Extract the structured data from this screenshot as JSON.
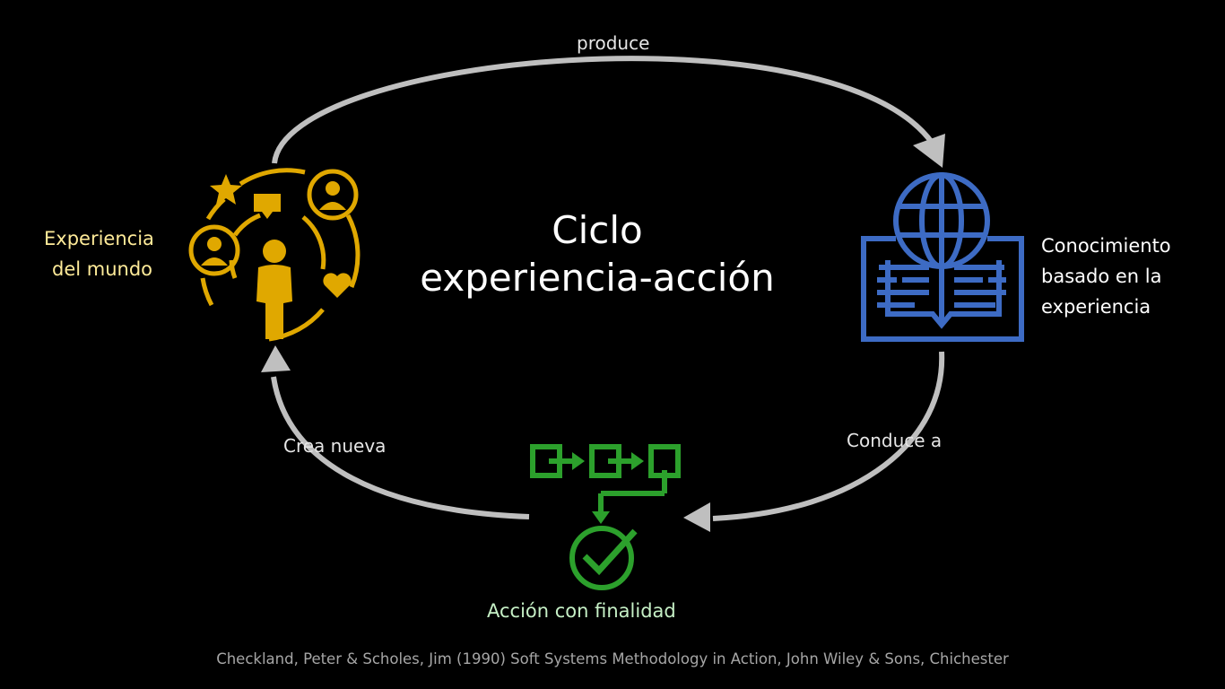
{
  "title": {
    "line1": "Ciclo",
    "line2": "experiencia-acción"
  },
  "nodes": {
    "experience": {
      "line1": "Experiencia",
      "line2": "del mundo",
      "color": "#e0a800",
      "icon": "people-network-icon"
    },
    "knowledge": {
      "line1": "Conocimiento",
      "line2": "basado en la",
      "line3": "experiencia",
      "color": "#3d6bc4",
      "icon": "globe-book-icon"
    },
    "action": {
      "line1": "Acción con finalidad",
      "color": "#2ca02c",
      "icon": "workflow-check-icon"
    }
  },
  "edges": {
    "produces": "produce",
    "leads_to": "Conduce a",
    "creates_new": "Crea nueva"
  },
  "colors": {
    "background": "#000000",
    "arrow": "#bfbfbf"
  },
  "citation": "Checkland, Peter & Scholes, Jim (1990) Soft Systems Methodology in Action, John Wiley & Sons, Chichester"
}
